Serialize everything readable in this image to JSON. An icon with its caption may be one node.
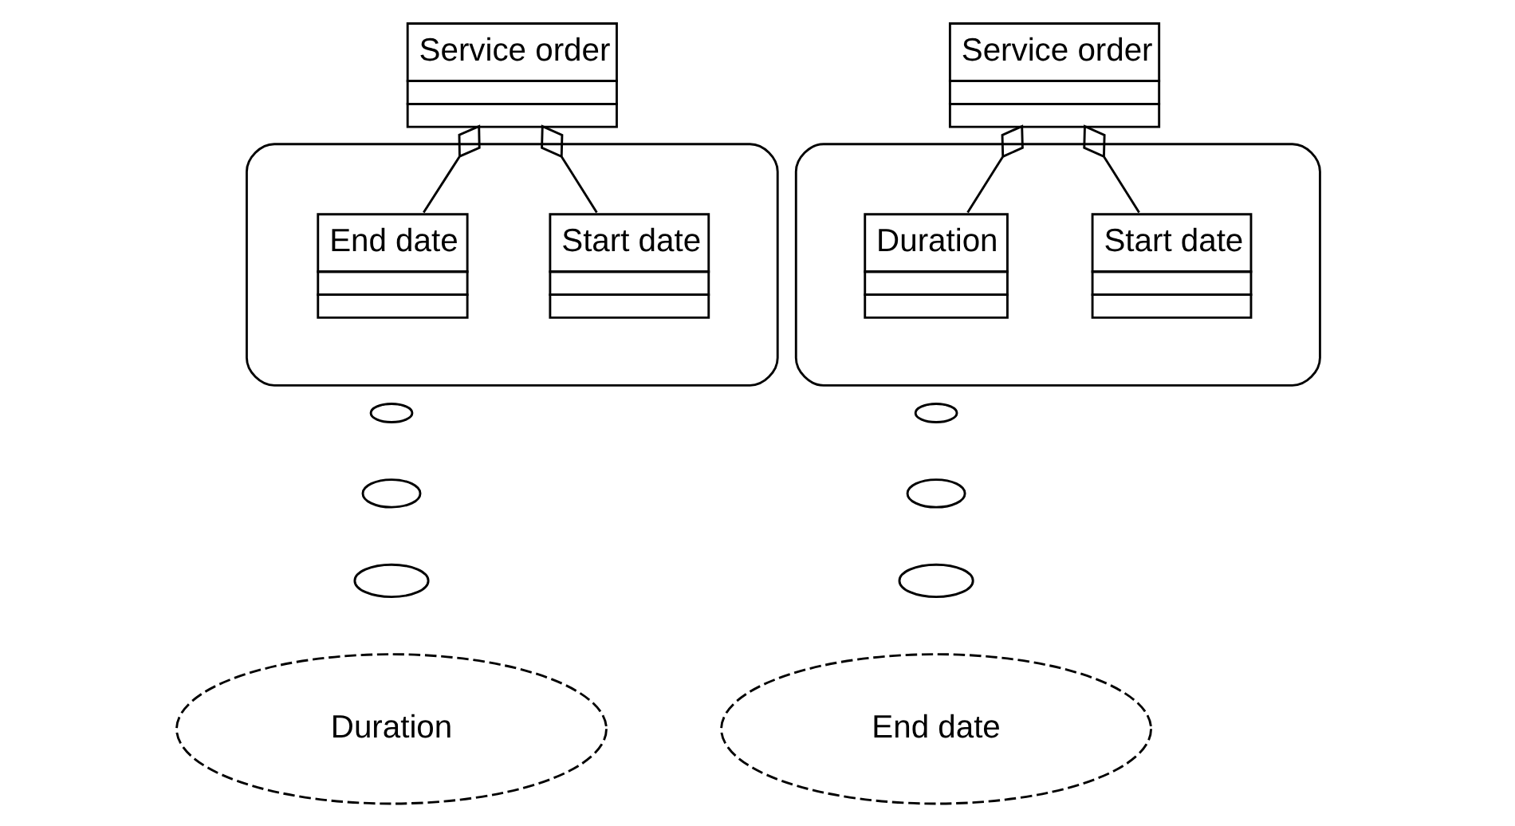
{
  "diagram": {
    "nodes": [
      {
        "text": [
          "Service order"
        ]
      },
      {
        "text": [],
        "shape": "ellipse"
      },
      {
        "text": [
          "Start date"
        ],
        "in": 1
      },
      {
        "text": [
          "End date"
        ],
        "in": 1
      },
      {
        "text": [],
        "shape": "ellipse"
      },
      {
        "text": [],
        "shape": "ellipse"
      },
      {
        "text": [],
        "shape": "ellipse"
      },
      {
        "text": [
          "Duration"
        ]
      },
      {
        "text": [
          "Service order"
        ]
      },
      {
        "text": [],
        "shape": "ellipse"
      },
      {
        "text": [
          "Start date"
        ],
        "in": 9
      },
      {
        "text": [
          "Duration"
        ],
        "in": 9
      },
      {
        "text": [],
        "shape": "ellipse"
      },
      {
        "text": [],
        "shape": "ellipse"
      },
      {
        "text": [],
        "shape": "ellipse"
      },
      {
        "text": [
          "End date"
        ]
      }
    ],
    "edges": [
      {
        "from": 0,
        "to": 2,
        "arrow": "other"
      },
      {
        "from": 0,
        "to": 3,
        "arrow": "other"
      },
      {
        "from": 8,
        "to": 10,
        "arrow": "other"
      },
      {
        "from": 8,
        "to": 11,
        "arrow": "other"
      }
    ]
  }
}
